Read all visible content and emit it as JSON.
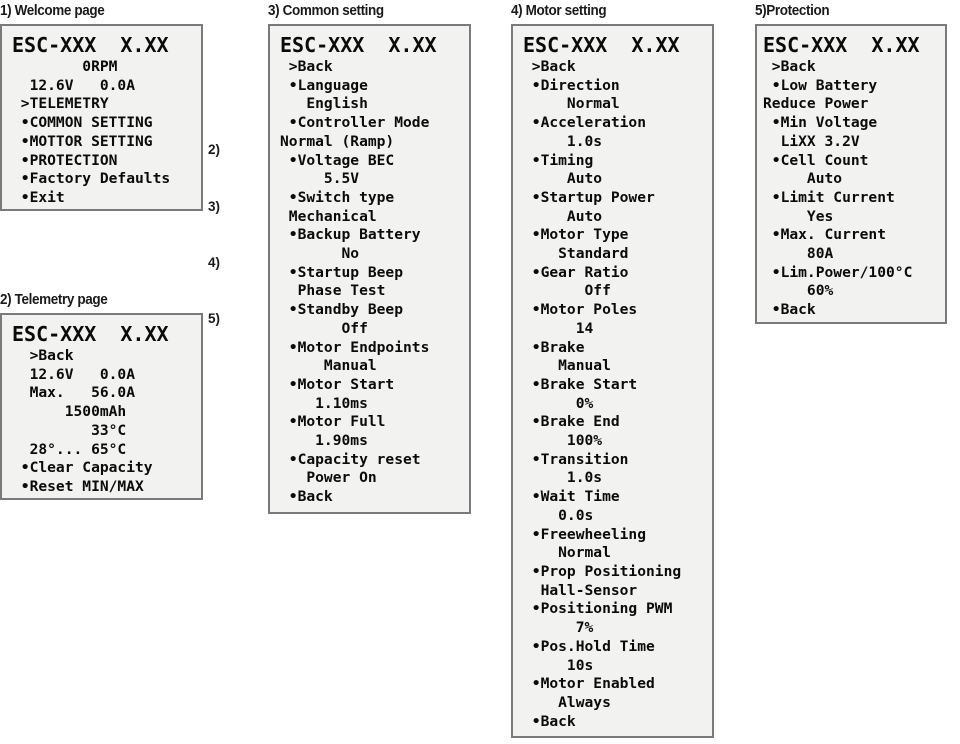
{
  "page": {
    "background": "#ffffff",
    "lcd_background": "#f2f2f0",
    "lcd_border": "#7a7a7a",
    "text_color": "#0b0b0b"
  },
  "panels": [
    {
      "id": "welcome",
      "caption": "1) Welcome page",
      "device_title": "ESC-XXX  X.XX",
      "lines": [
        "        0RPM",
        "  12.6V   0.0A",
        " >TELEMETRY",
        " •COMMON SETTING",
        " •MOTTOR SETTING",
        " •PROTECTION",
        " •Factory Defaults",
        " •Exit"
      ],
      "side_refs": [
        "2)",
        "3)",
        "4)",
        "5)"
      ]
    },
    {
      "id": "telemetry",
      "caption": "2) Telemetry page",
      "device_title": "ESC-XXX  X.XX",
      "lines": [
        "  >Back",
        "  12.6V   0.0A",
        "  Max.   56.0A",
        "      1500mAh",
        "         33°C",
        "  28°... 65°C",
        " •Clear Capacity",
        " •Reset MIN/MAX"
      ]
    },
    {
      "id": "common",
      "caption": "3) Common setting",
      "device_title": "ESC-XXX  X.XX",
      "lines": [
        " >Back",
        " •Language",
        "   English",
        " •Controller Mode",
        "Normal (Ramp)",
        " •Voltage BEC",
        "     5.5V",
        " •Switch type",
        " Mechanical",
        " •Backup Battery",
        "       No",
        " •Startup Beep",
        "  Phase Test",
        " •Standby Beep",
        "       Off",
        " •Motor Endpoints",
        "     Manual",
        " •Motor Start",
        "    1.10ms",
        " •Motor Full",
        "    1.90ms",
        " •Capacity reset",
        "   Power On",
        " •Back"
      ]
    },
    {
      "id": "motor",
      "caption": "4) Motor setting",
      "device_title": "ESC-XXX  X.XX",
      "lines": [
        " >Back",
        " •Direction",
        "     Normal",
        " •Acceleration",
        "     1.0s",
        " •Timing",
        "     Auto",
        " •Startup Power",
        "     Auto",
        " •Motor Type",
        "    Standard",
        " •Gear Ratio",
        "       Off",
        " •Motor Poles",
        "      14",
        " •Brake",
        "    Manual",
        " •Brake Start",
        "      0%",
        " •Brake End",
        "     100%",
        " •Transition",
        "     1.0s",
        " •Wait Time",
        "    0.0s",
        " •Freewheeling",
        "    Normal",
        " •Prop Positioning",
        "  Hall-Sensor",
        " •Positioning PWM",
        "      7%",
        " •Pos.Hold Time",
        "     10s",
        " •Motor Enabled",
        "    Always",
        " •Back"
      ]
    },
    {
      "id": "protection",
      "caption": "5)Protection",
      "device_title": "ESC-XXX  X.XX",
      "lines": [
        " >Back",
        " •Low Battery",
        "Reduce Power",
        " •Min Voltage",
        "  LiXX 3.2V",
        " •Cell Count",
        "     Auto",
        " •Limit Current",
        "     Yes",
        " •Max. Current",
        "     80A",
        " •Lim.Power/100°C",
        "     60%",
        " •Back"
      ]
    }
  ]
}
